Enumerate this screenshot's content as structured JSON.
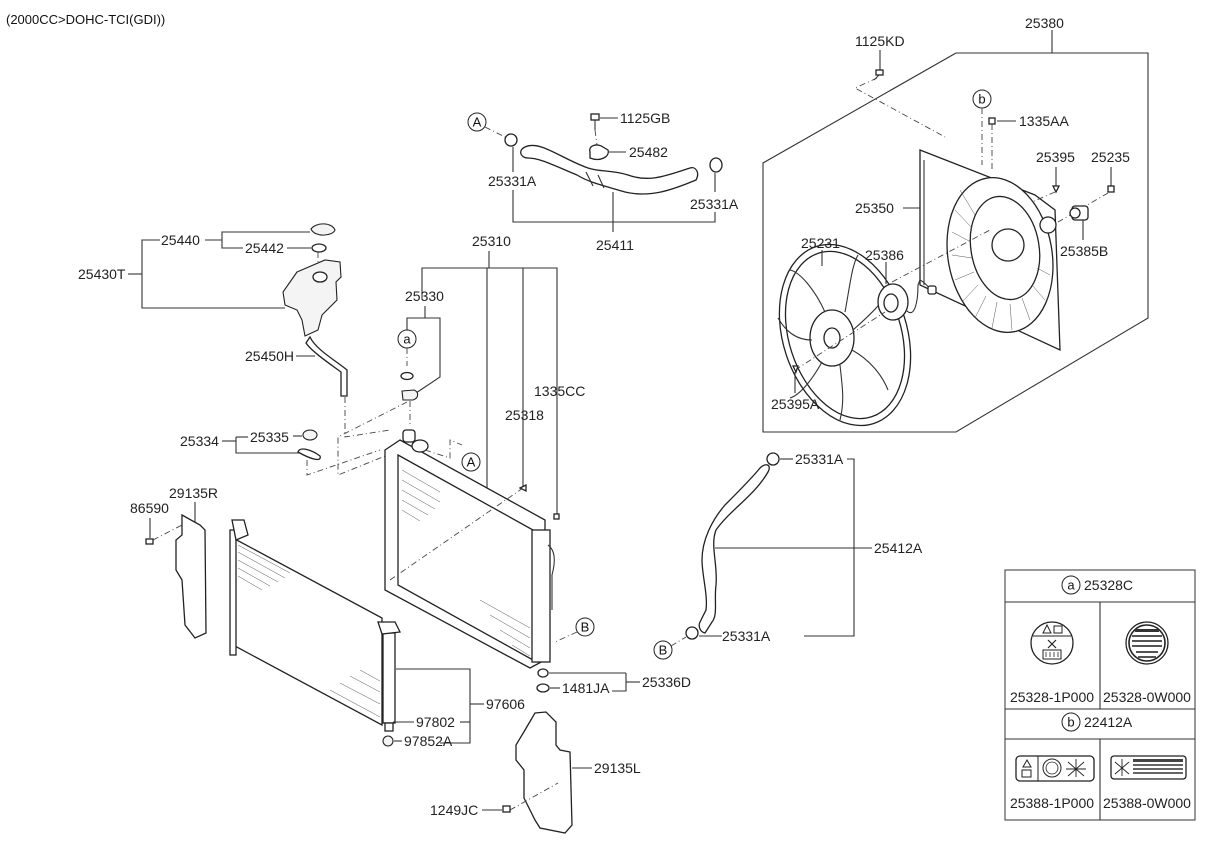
{
  "title": "(2000CC>DOHC-TCI(GDI))",
  "callouts": {
    "A": "A",
    "B": "B",
    "a": "a",
    "b": "b"
  },
  "labels": {
    "p1125KD": "1125KD",
    "p25380": "25380",
    "p1335AA": "1335AA",
    "p25395": "25395",
    "p25235": "25235",
    "p25350": "25350",
    "p25385B": "25385B",
    "p25231": "25231",
    "p25386": "25386",
    "p25395A": "25395A",
    "p1125GB": "1125GB",
    "p25482": "25482",
    "p25331A_top_left": "25331A",
    "p25331A_top_right": "25331A",
    "p25411": "25411",
    "p25440": "25440",
    "p25442": "25442",
    "p25430T": "25430T",
    "p25450H": "25450H",
    "p25310": "25310",
    "p25330": "25330",
    "p1335CC": "1335CC",
    "p25318": "25318",
    "p25334": "25334",
    "p25335": "25335",
    "p29135R": "29135R",
    "p86590": "86590",
    "p25331A_lower_top": "25331A",
    "p25412A": "25412A",
    "p25331A_lower_bottom": "25331A",
    "p25336D": "25336D",
    "p1481JA": "1481JA",
    "p97606": "97606",
    "p97802": "97802",
    "p97852A": "97852A",
    "p29135L": "29135L",
    "p1249JC": "1249JC"
  },
  "legend_table": {
    "section_a": {
      "callout": "a",
      "part_no": "25328C",
      "variants": [
        "25328-1P000",
        "25328-0W000"
      ]
    },
    "section_b": {
      "callout": "b",
      "part_no": "22412A",
      "variants": [
        "25388-1P000",
        "25388-0W000"
      ]
    }
  }
}
